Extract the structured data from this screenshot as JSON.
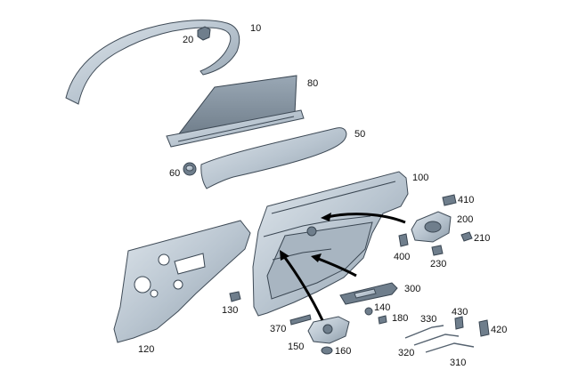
{
  "callouts": {
    "p10": "10",
    "p20": "20",
    "p80": "80",
    "p50": "50",
    "p60": "60",
    "p100": "100",
    "p410": "410",
    "p200": "200",
    "p210": "210",
    "p400": "400",
    "p230": "230",
    "p300": "300",
    "p120": "120",
    "p130": "130",
    "p140": "140",
    "p180": "180",
    "p330": "330",
    "p430": "430",
    "p420": "420",
    "p370": "370",
    "p150": "150",
    "p160": "160",
    "p320": "320",
    "p310": "310"
  },
  "colors": {
    "part_fill_light": "#c9d3dc",
    "part_fill_dark": "#7d8b98",
    "outline": "#3f4b57",
    "arrow": "#000000"
  }
}
